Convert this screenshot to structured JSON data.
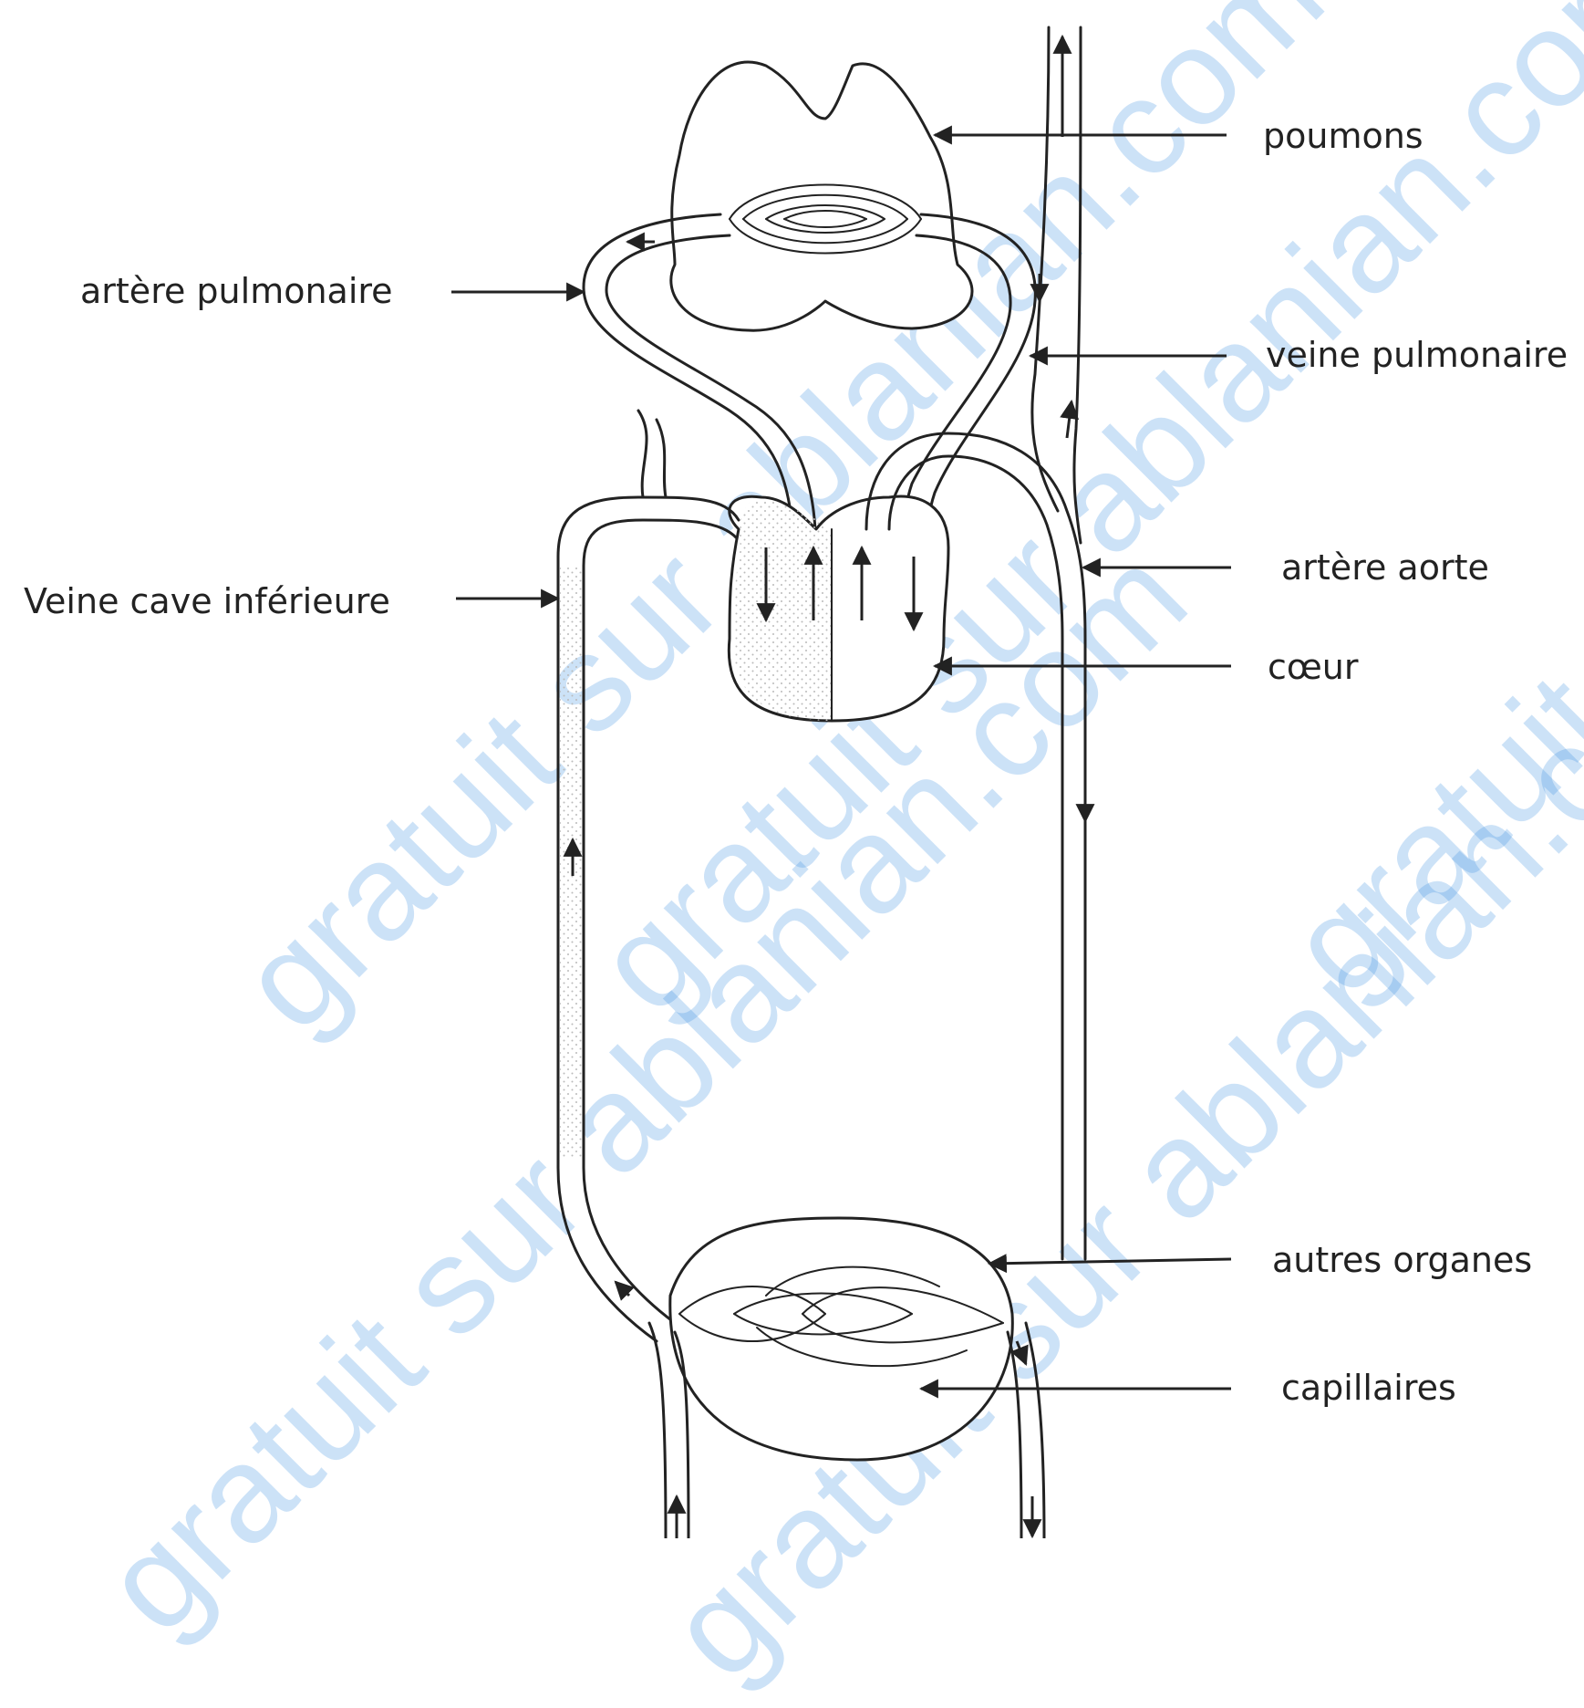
{
  "labels": {
    "poumons": "poumons",
    "artere_pulmonaire": "artère pulmonaire",
    "veine_pulmonaire": "veine pulmonaire",
    "veine_cave_inferieure": "Veine cave inférieure",
    "artere_aorte": "artère aorte",
    "coeur": "cœur",
    "autres_organes": "autres organes",
    "capillaires": "capillaires"
  },
  "watermark": "gratuit sur ablanian.com",
  "colors": {
    "ink": "#222222",
    "watermark": "#3a8ee0",
    "deoxygenated_stipple": "#bbbbbb"
  }
}
